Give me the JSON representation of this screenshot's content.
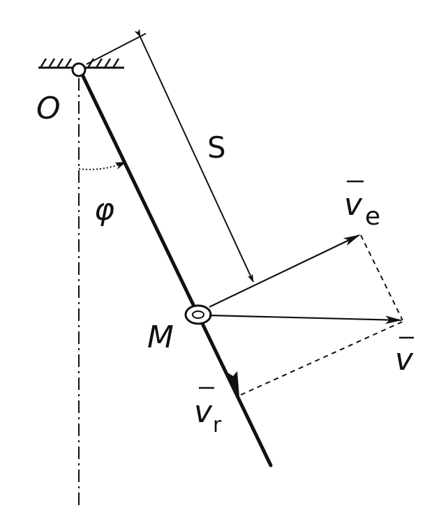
{
  "diagram": {
    "labels": {
      "pivot": "O",
      "point": "M",
      "distance": "S",
      "angle": "φ",
      "v_e": "v",
      "v_e_sub": "e",
      "v_abs": "v",
      "v_r": "v",
      "v_r_sub": "r"
    },
    "colors": {
      "ink": "#111111",
      "background": "#ffffff"
    }
  }
}
